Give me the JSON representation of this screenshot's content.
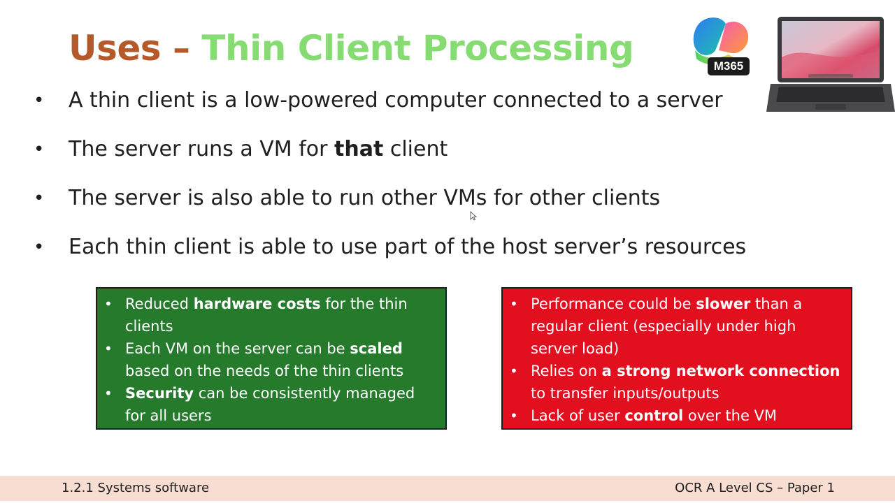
{
  "title": {
    "part1": "Uses",
    "dash": " – ",
    "part2": "Thin Client Processing"
  },
  "bullets": [
    {
      "pre": "A thin client is a low-powered computer connected to a server",
      "bold": "",
      "post": ""
    },
    {
      "pre": "The server runs a VM for ",
      "bold": "that",
      "post": " client"
    },
    {
      "pre": "The server is also able to run other VMs for other clients",
      "bold": "",
      "post": ""
    },
    {
      "pre": "Each thin client is able to use part of the host server’s resources",
      "bold": "",
      "post": ""
    }
  ],
  "bullet_symbol": "•",
  "pros": [
    {
      "pre": "Reduced ",
      "bold": "hardware costs",
      "post": " for the thin clients"
    },
    {
      "pre": "Each VM on the server can be ",
      "bold": "scaled",
      "post": " based on the needs of the thin clients"
    },
    {
      "pre": "",
      "bold": "Security",
      "post": " can be consistently managed for all users"
    }
  ],
  "cons": [
    {
      "pre": "Performance could be ",
      "bold": "slower",
      "post": " than a regular client (especially under high server load)"
    },
    {
      "pre": "Relies on ",
      "bold": "a strong network connection",
      "post": " to transfer inputs/outputs"
    },
    {
      "pre": "Lack of user ",
      "bold": "control",
      "post": " over the VM"
    }
  ],
  "footer": {
    "left": "1.2.1 Systems software",
    "right": "OCR A Level CS – Paper 1"
  },
  "logo": {
    "badge": "M365",
    "icon": "microsoft-365-copilot-icon"
  },
  "laptop_icon": "chromebook-laptop-image",
  "colors": {
    "title_orange": "#b45a2a",
    "title_green": "#86dc72",
    "pros_bg": "#257a2c",
    "cons_bg": "#e20f1f",
    "footer_bg": "#f8ddd2"
  }
}
